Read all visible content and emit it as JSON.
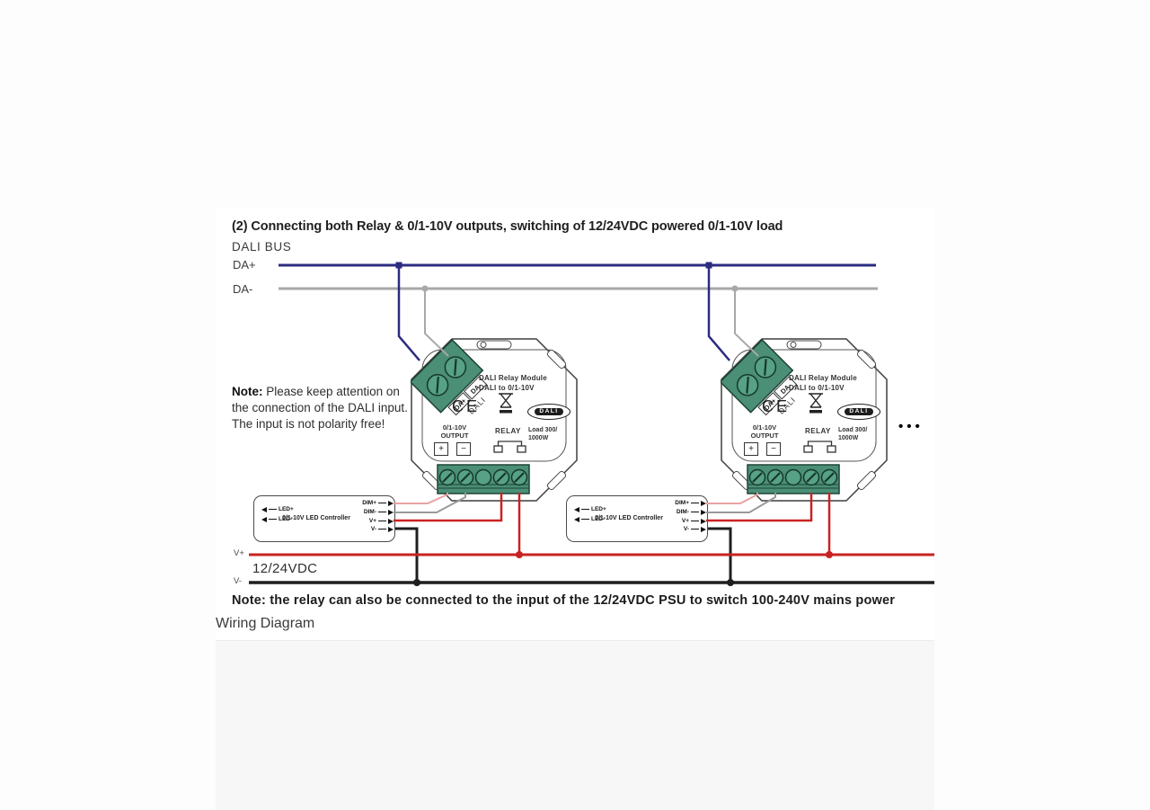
{
  "header": {
    "title": "(2) Connecting both Relay & 0/1-10V outputs, switching of 12/24VDC powered 0/1-10V load"
  },
  "bus": {
    "label": "DALI BUS",
    "da_plus": "DA+",
    "da_minus": "DA-"
  },
  "note_left": {
    "label": "Note:",
    "text": " Please keep attention on the connection of the DALI input. The input is not polarity free!"
  },
  "module": {
    "name_line1": "DALI Relay Module",
    "name_line2": "DALI to 0/1-10V",
    "ce_mark": "CE",
    "dali_logo": "DALI",
    "output_line1": "0/1-10V",
    "output_line2": "OUTPUT",
    "plus": "+",
    "minus": "−",
    "relay_label": "RELAY",
    "load_line1": "Load 300/",
    "load_line2": "1000W",
    "terminal": {
      "da_plus": "DA+",
      "da_minus": "DA-",
      "dali": "DALI"
    }
  },
  "controller": {
    "led_plus": "LED+",
    "led_minus": "LED-",
    "name": "0/1-10V LED Controller",
    "dim_plus": "DIM+",
    "dim_minus": "DIM-",
    "v_plus": "V+",
    "v_minus": "V-"
  },
  "power": {
    "v_plus": "V+",
    "v_minus": "V-",
    "voltage": "12/24VDC"
  },
  "note_bottom": "Note: the relay can also be connected to the input of the 12/24VDC PSU to switch 100-240V mains power",
  "more_indicator": "•••",
  "footer": "Wiring Diagram",
  "colors": {
    "da_plus_wire": "#2b2b80",
    "da_minus_wire": "#a8a8a8",
    "v_plus_wire": "#c92222",
    "v_minus_wire": "#1f1f1f",
    "dim_plus_wire": "#e8a2a2",
    "dim_minus_wire": "#9a9a9a",
    "terminal_green": "#4a8f76"
  }
}
